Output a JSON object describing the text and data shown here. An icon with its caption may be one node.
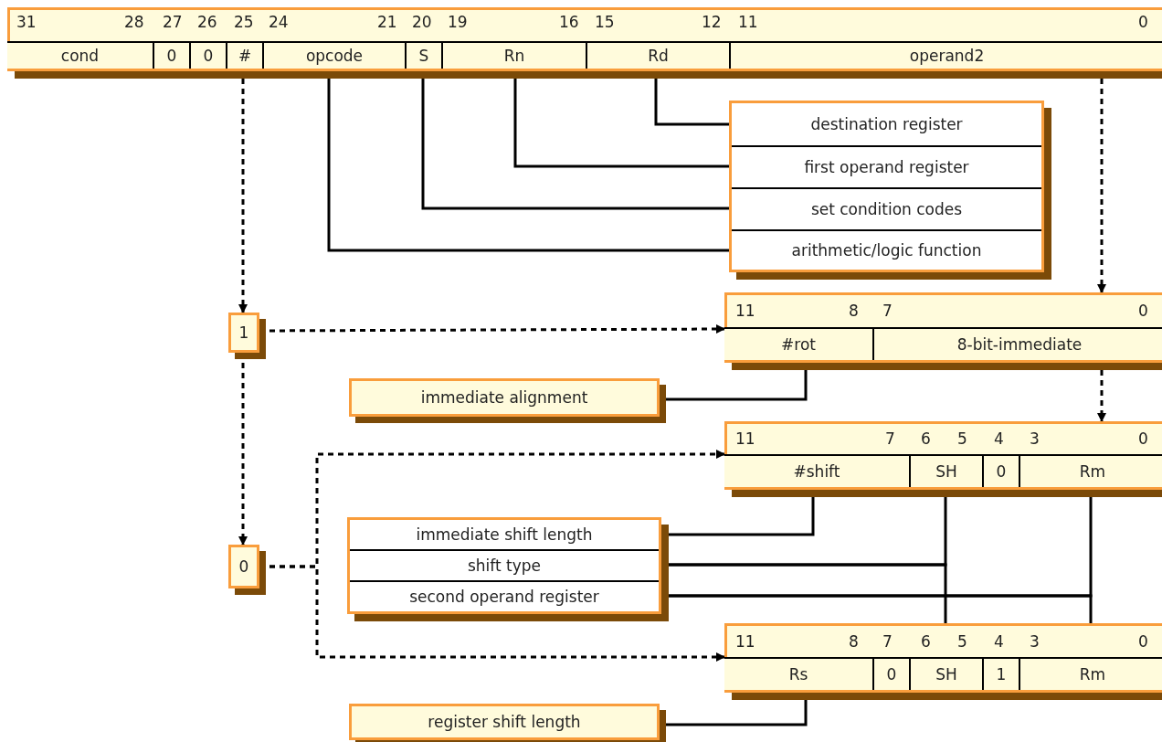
{
  "diagram": {
    "nodes": [
      {
        "text": [],
        "shape": "box"
      },
      {
        "text": [
          "cond"
        ],
        "in": 0
      },
      {
        "text": [
          "0"
        ],
        "in": 0
      },
      {
        "text": [
          "0"
        ],
        "in": 0
      },
      {
        "text": [
          "#"
        ],
        "in": 0
      },
      {
        "text": [
          "opcode"
        ],
        "in": 0
      },
      {
        "text": [
          "S"
        ],
        "in": 0
      },
      {
        "text": [
          "Rn"
        ],
        "in": 0
      },
      {
        "text": [
          "Rd"
        ],
        "in": 0
      },
      {
        "text": [
          "operand2"
        ],
        "in": 0
      },
      {
        "text": [],
        "shape": "box"
      },
      {
        "text": [
          "destination register"
        ],
        "in": 10
      },
      {
        "text": [
          "first operand register"
        ],
        "in": 10
      },
      {
        "text": [
          "set condition codes"
        ],
        "in": 10
      },
      {
        "text": [
          "arithmetic/logic function"
        ],
        "in": 10
      },
      {
        "text": [
          "1"
        ]
      },
      {
        "text": [],
        "shape": "box"
      },
      {
        "text": [
          "#rot"
        ],
        "in": 16
      },
      {
        "text": [
          "8-bit-immediate"
        ],
        "in": 16
      },
      {
        "text": [
          "immediate alignment"
        ]
      },
      {
        "text": [],
        "shape": "box"
      },
      {
        "text": [
          "#shift"
        ],
        "in": 20
      },
      {
        "text": [
          "SH"
        ],
        "in": 20
      },
      {
        "text": [
          "0"
        ],
        "in": 20
      },
      {
        "text": [
          "Rm"
        ],
        "in": 20
      },
      {
        "text": [
          "0"
        ]
      },
      {
        "text": [],
        "shape": "box"
      },
      {
        "text": [
          "immediate shift length"
        ],
        "in": 26
      },
      {
        "text": [
          "shift type"
        ],
        "in": 26
      },
      {
        "text": [
          "second operand register"
        ],
        "in": 26
      },
      {
        "text": [],
        "shape": "box"
      },
      {
        "text": [
          "Rs"
        ],
        "in": 30
      },
      {
        "text": [
          "0"
        ],
        "in": 30
      },
      {
        "text": [
          "SH"
        ],
        "in": 30
      },
      {
        "text": [
          "1"
        ],
        "in": 30
      },
      {
        "text": [
          "Rm"
        ],
        "in": 30
      },
      {
        "text": [
          "register shift length"
        ]
      }
    ],
    "edges": [
      {
        "from": 8,
        "to": 11,
        "arrow": "none"
      },
      {
        "from": 7,
        "to": 12,
        "arrow": "none"
      },
      {
        "from": 6,
        "to": 13,
        "arrow": "none"
      },
      {
        "from": 5,
        "to": 14,
        "arrow": "none"
      },
      {
        "from": 4,
        "to": 15,
        "arrow": "to",
        "style": "dashed"
      },
      {
        "from": 15,
        "to": 16,
        "arrow": "to",
        "style": "dashed"
      },
      {
        "from": 15,
        "to": 25,
        "arrow": "to",
        "style": "dashed"
      },
      {
        "from": 9,
        "to": 16,
        "arrow": "to",
        "style": "dashed"
      },
      {
        "from": 18,
        "to": 20,
        "arrow": "to",
        "style": "dashed"
      },
      {
        "from": 17,
        "to": 19,
        "arrow": "none"
      },
      {
        "from": 25,
        "to": 20,
        "arrow": "to",
        "style": "dashed"
      },
      {
        "from": 25,
        "to": 30,
        "arrow": "to",
        "style": "dashed"
      },
      {
        "from": 21,
        "to": 27,
        "arrow": "none"
      },
      {
        "from": 22,
        "to": 28,
        "arrow": "none"
      },
      {
        "from": 33,
        "to": 28,
        "arrow": "none"
      },
      {
        "from": 24,
        "to": 29,
        "arrow": "none"
      },
      {
        "from": 35,
        "to": 29,
        "arrow": "none"
      },
      {
        "from": 31,
        "to": 36,
        "arrow": "none"
      }
    ],
    "labels": [
      "31",
      "28",
      "27",
      "26",
      "25",
      "24",
      "21",
      "20",
      "19",
      "16",
      "15",
      "12",
      "11",
      "0",
      "11",
      "8",
      "7",
      "0",
      "11",
      "7",
      "6",
      "5",
      "4",
      "3",
      "0",
      "11",
      "8",
      "7",
      "6",
      "5",
      "4",
      "3",
      "0"
    ]
  }
}
